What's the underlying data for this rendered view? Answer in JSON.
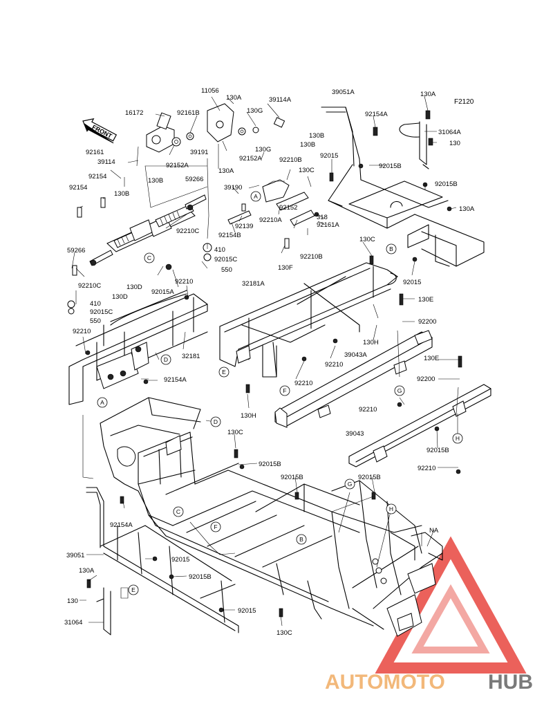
{
  "figure_code": "F2120",
  "front_label": "FRONT",
  "watermark": {
    "part1": "AUTOMOTO",
    "part2": "HUB",
    "color1": "#f2b87a",
    "color2": "#7a7a7a",
    "logo_color": "#e8463f"
  },
  "callouts": [
    "A",
    "B",
    "C",
    "D",
    "E",
    "F",
    "G",
    "H"
  ],
  "parts": [
    "11056",
    "130A",
    "39114A",
    "16172",
    "92161B",
    "130G",
    "130B",
    "130B",
    "92161",
    "39191",
    "92152A",
    "92152A",
    "130A",
    "130G",
    "39114",
    "130B",
    "92154",
    "92154",
    "130B",
    "92210B",
    "130C",
    "59266",
    "92210C",
    "39190",
    "92152",
    "318",
    "92161A",
    "92139",
    "92154B",
    "92210A",
    "92210B",
    "410",
    "92015C",
    "550",
    "130F",
    "59266",
    "92210C",
    "410",
    "92015C",
    "550",
    "92015A",
    "92210",
    "130D",
    "130D",
    "32181",
    "92210",
    "92154A",
    "32181A",
    "130C",
    "92015",
    "130E",
    "92200",
    "130H",
    "92210",
    "39043A",
    "92210",
    "130H",
    "130E",
    "92200",
    "92210",
    "92015B",
    "92210",
    "39043",
    "130C",
    "92015B",
    "92015B",
    "92015B",
    "92154A",
    "39051",
    "130A",
    "130",
    "31064",
    "92015",
    "92015B",
    "92015",
    "130C",
    "NA",
    "39051A",
    "92154A",
    "130A",
    "31064A",
    "130",
    "92015B",
    "92015B",
    "130A",
    "92015"
  ]
}
